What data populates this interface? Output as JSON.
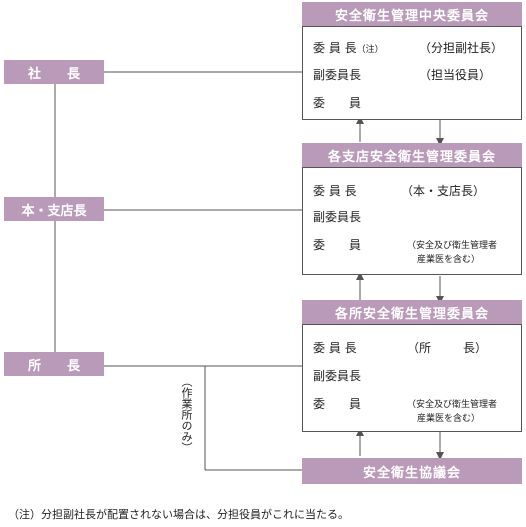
{
  "roles": {
    "president": [
      "社",
      "長"
    ],
    "branch_manager": "本・支店長",
    "site_manager": [
      "所",
      "長"
    ]
  },
  "central": {
    "title": "安全衛生管理中央委員会",
    "chair": "委 員 長",
    "chair_note": "（注）",
    "chair_role": "（分担副社長）",
    "vice": "副委員長",
    "vice_role": "（担当役員）",
    "member": "委　　員"
  },
  "branch": {
    "title": "各支店安全衛生管理委員会",
    "chair": "委 員 長",
    "chair_role": "（本・支店長）",
    "vice": "副委員長",
    "member": "委　　員",
    "member_role_1": "（安全及び衛生管理者",
    "member_role_2": "産業医を含む）"
  },
  "site": {
    "title": "各所安全衛生管理委員会",
    "chair": "委 員 長",
    "chair_role_open": "（所",
    "chair_role_close": "長）",
    "vice": "副委員長",
    "member": "委　　員",
    "member_role_1": "（安全及び衛生管理者",
    "member_role_2": "産業医を含む）"
  },
  "council": {
    "title": "安全衛生協議会"
  },
  "side_note": "（作業所のみ）",
  "footnote": "（注）分担副社長が配置されない場合は、分担役員がこれに当たる。",
  "colors": {
    "header": "#b99ab8",
    "line": "#555555"
  }
}
